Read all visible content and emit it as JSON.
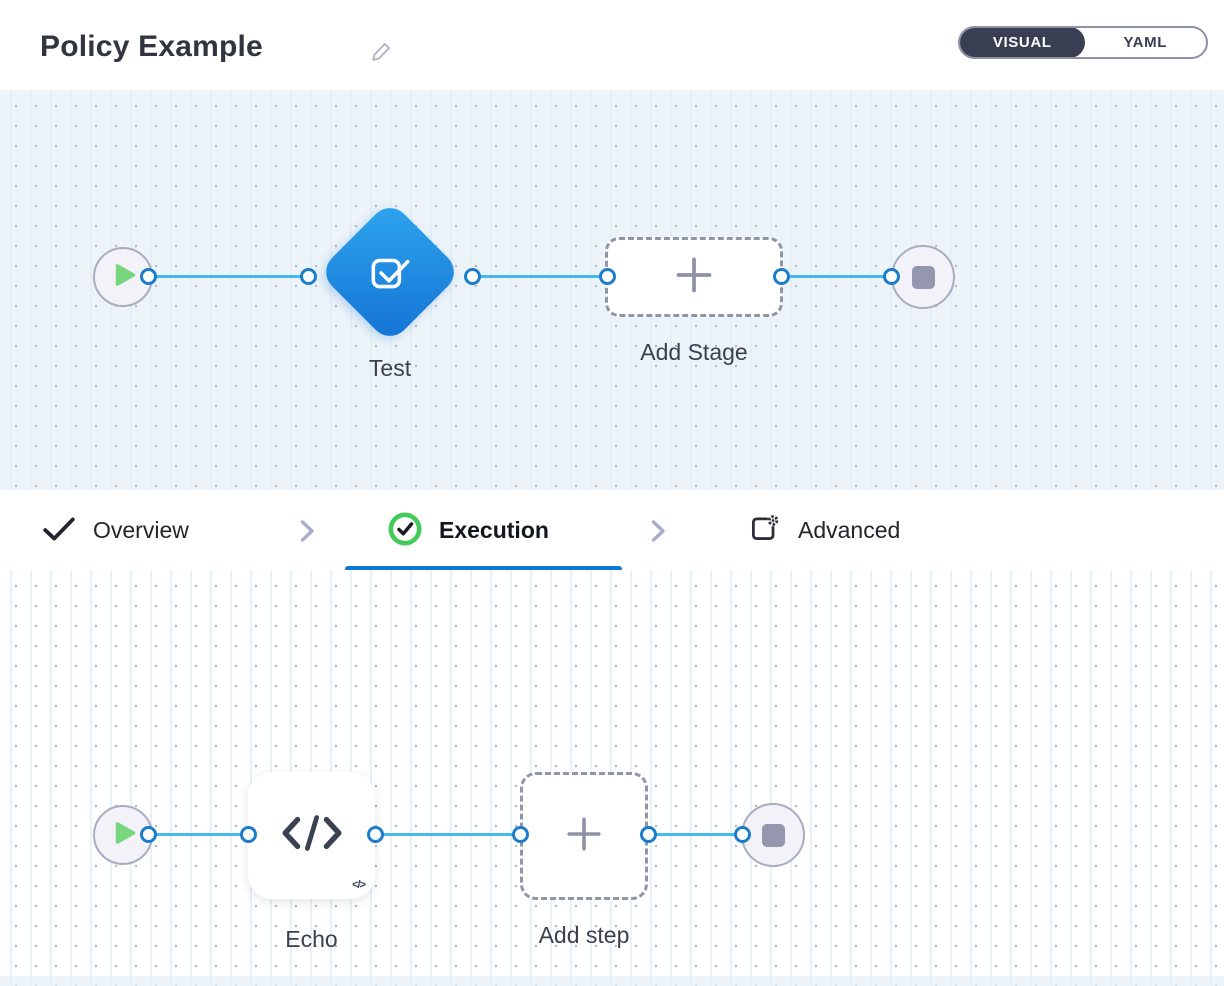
{
  "header": {
    "title": "Policy Example",
    "view_toggle": {
      "visual": "VISUAL",
      "yaml": "YAML",
      "selected": "VISUAL"
    }
  },
  "stage_pipeline": {
    "test_label": "Test",
    "add_stage_label": "Add Stage"
  },
  "tabs": {
    "overview": "Overview",
    "execution": "Execution",
    "advanced": "Advanced",
    "active": "Execution"
  },
  "step_pipeline": {
    "echo_label": "Echo",
    "echo_badge": "</>",
    "add_step_label": "Add step"
  },
  "colors": {
    "accent_blue": "#0d79d0",
    "connector_blue": "#49b8ee",
    "port_border_blue": "#1b7dcb",
    "diamond_gradient_top": "#2ea6ee",
    "diamond_gradient_bottom": "#1472d4",
    "success_green": "#43ca5b",
    "play_green": "#79d57e",
    "stage_canvas_bg": "#edf4f9",
    "toggle_dark": "#3a3e52",
    "dashed_border_gray": "#9096a8"
  }
}
